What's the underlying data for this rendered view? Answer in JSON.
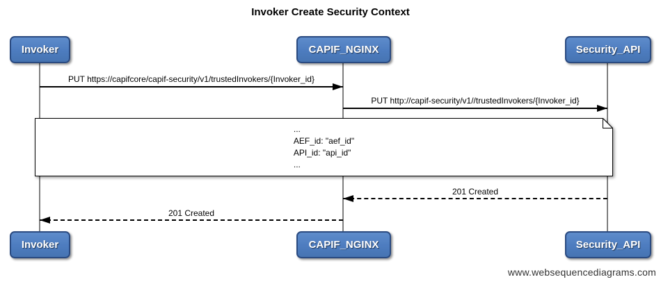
{
  "title": "Invoker Create Security Context",
  "actors": [
    {
      "id": "invoker",
      "label": "Invoker"
    },
    {
      "id": "capif-nginx",
      "label": "CAPIF_NGINX"
    },
    {
      "id": "security-api",
      "label": "Security_API"
    }
  ],
  "messages": [
    {
      "label": "PUT https://capifcore/capif-security/v1/trustedInvokers/{Invoker_id}",
      "from": "Invoker",
      "to": "CAPIF_NGINX",
      "line": "solid",
      "direction": "right"
    },
    {
      "label": "PUT http://capif-security/v1//trustedInvokers/{Invoker_id}",
      "from": "CAPIF_NGINX",
      "to": "Security_API",
      "line": "solid",
      "direction": "right"
    },
    {
      "label": "201 Created",
      "from": "Security_API",
      "to": "CAPIF_NGINX",
      "line": "dashed",
      "direction": "left"
    },
    {
      "label": "201 Created",
      "from": "CAPIF_NGINX",
      "to": "Invoker",
      "line": "dashed",
      "direction": "left"
    }
  ],
  "note": {
    "lines": [
      "...",
      "AEF_id: \"aef_id\"",
      "API_id: \"api_id\"",
      "..."
    ]
  },
  "watermark": "www.websequencediagrams.com",
  "colors": {
    "actor_fill": "#4d7cbf",
    "actor_fill_top": "#5e8ccb",
    "actor_border": "#2a4a80",
    "lifeline": "#7f7f7f",
    "message_line": "#000000",
    "note_background": "#ffffff",
    "note_border": "#000000"
  }
}
